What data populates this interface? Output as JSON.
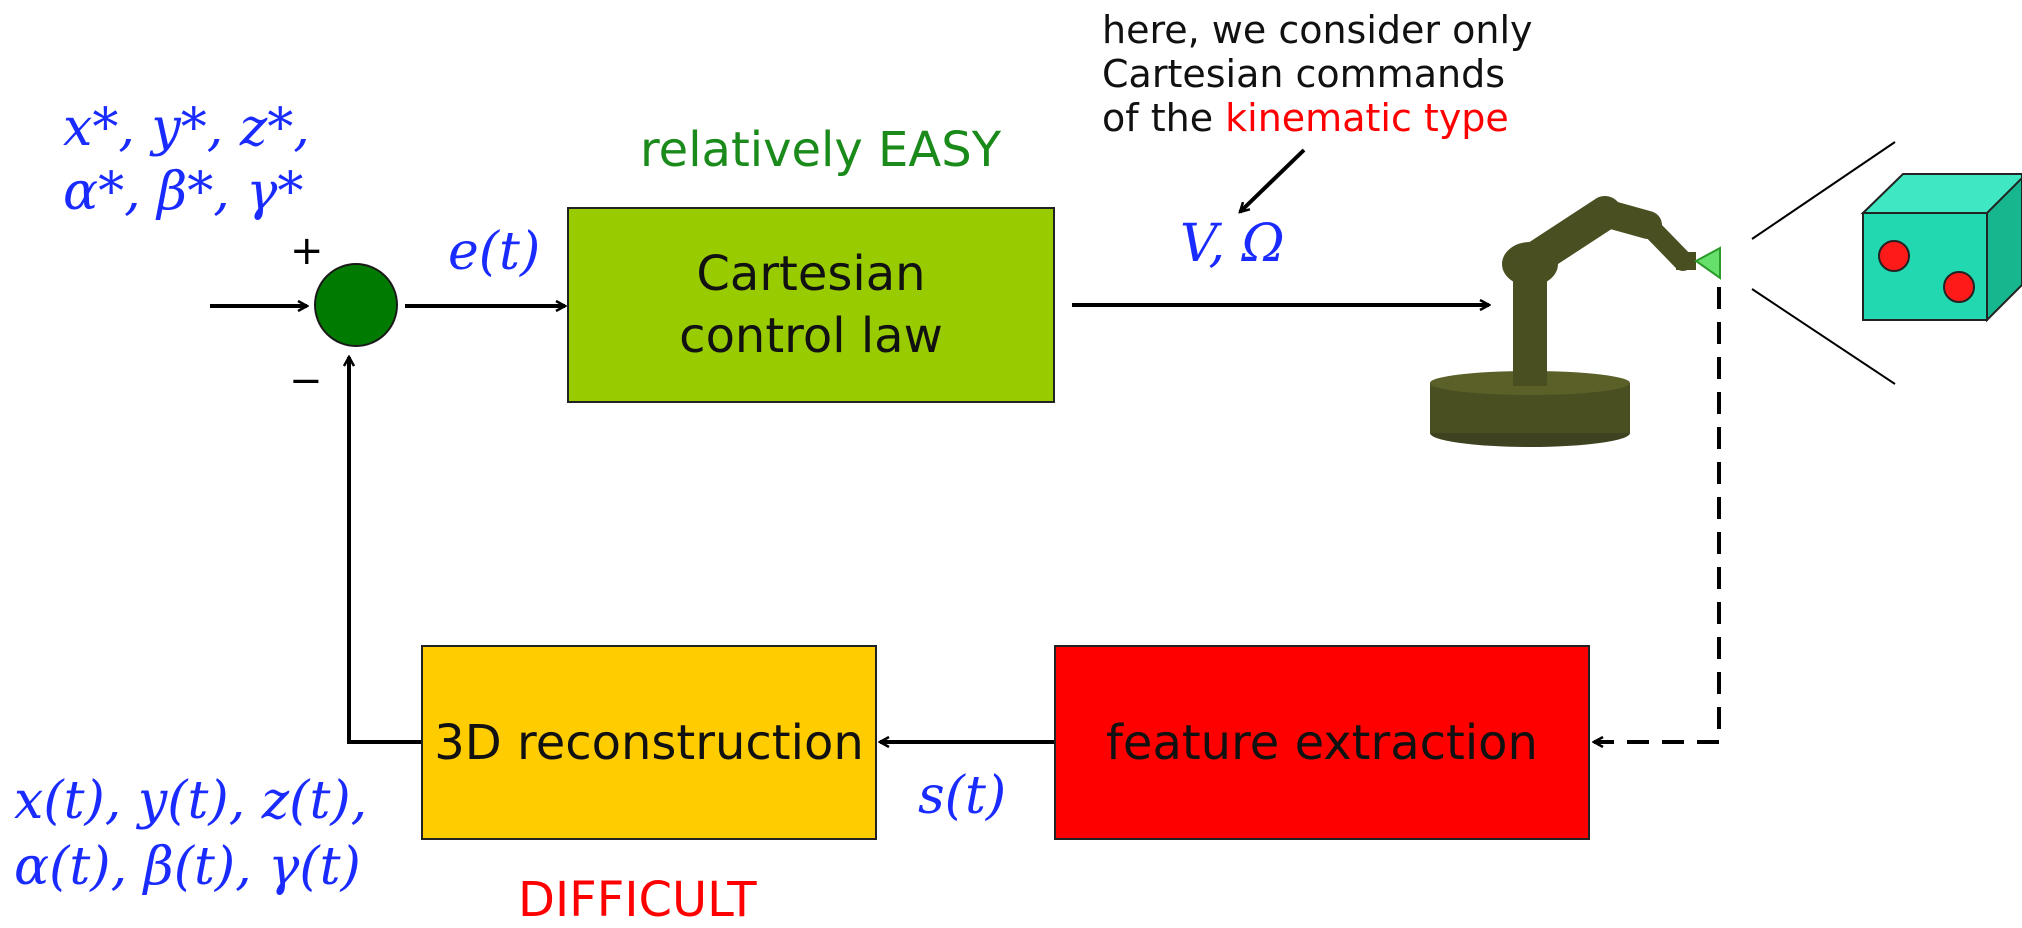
{
  "annotation": {
    "line1": "here, we consider only",
    "line2": "Cartesian commands",
    "line3_prefix": "of the ",
    "line3_highlight": "kinematic type"
  },
  "labels": {
    "easy": "relatively EASY",
    "difficult": "DIFFICULT",
    "plus": "+",
    "minus": "−"
  },
  "math": {
    "ref_line1": "x*, y*, z*,",
    "ref_line2": "α*, β*, γ*",
    "error": "e(t)",
    "command": "V, Ω",
    "features": "s(t)",
    "pose_line1": "x(t), y(t), z(t),",
    "pose_line2": "α(t), β(t), γ(t)"
  },
  "blocks": {
    "control_line1": "Cartesian",
    "control_line2": "control law",
    "reconstruction": "3D reconstruction",
    "feature_extraction": "feature extraction"
  },
  "colors": {
    "summing_junction": "#007a00",
    "control_block": "#99cc00",
    "reconstruction_block": "#ffcc00",
    "feature_block": "#ff0000",
    "math_text": "#1a2bff",
    "easy_text": "#1a8a1a",
    "difficult_text": "#ff0000",
    "robot": "#4a4f22",
    "cube": "#22d8b0"
  }
}
